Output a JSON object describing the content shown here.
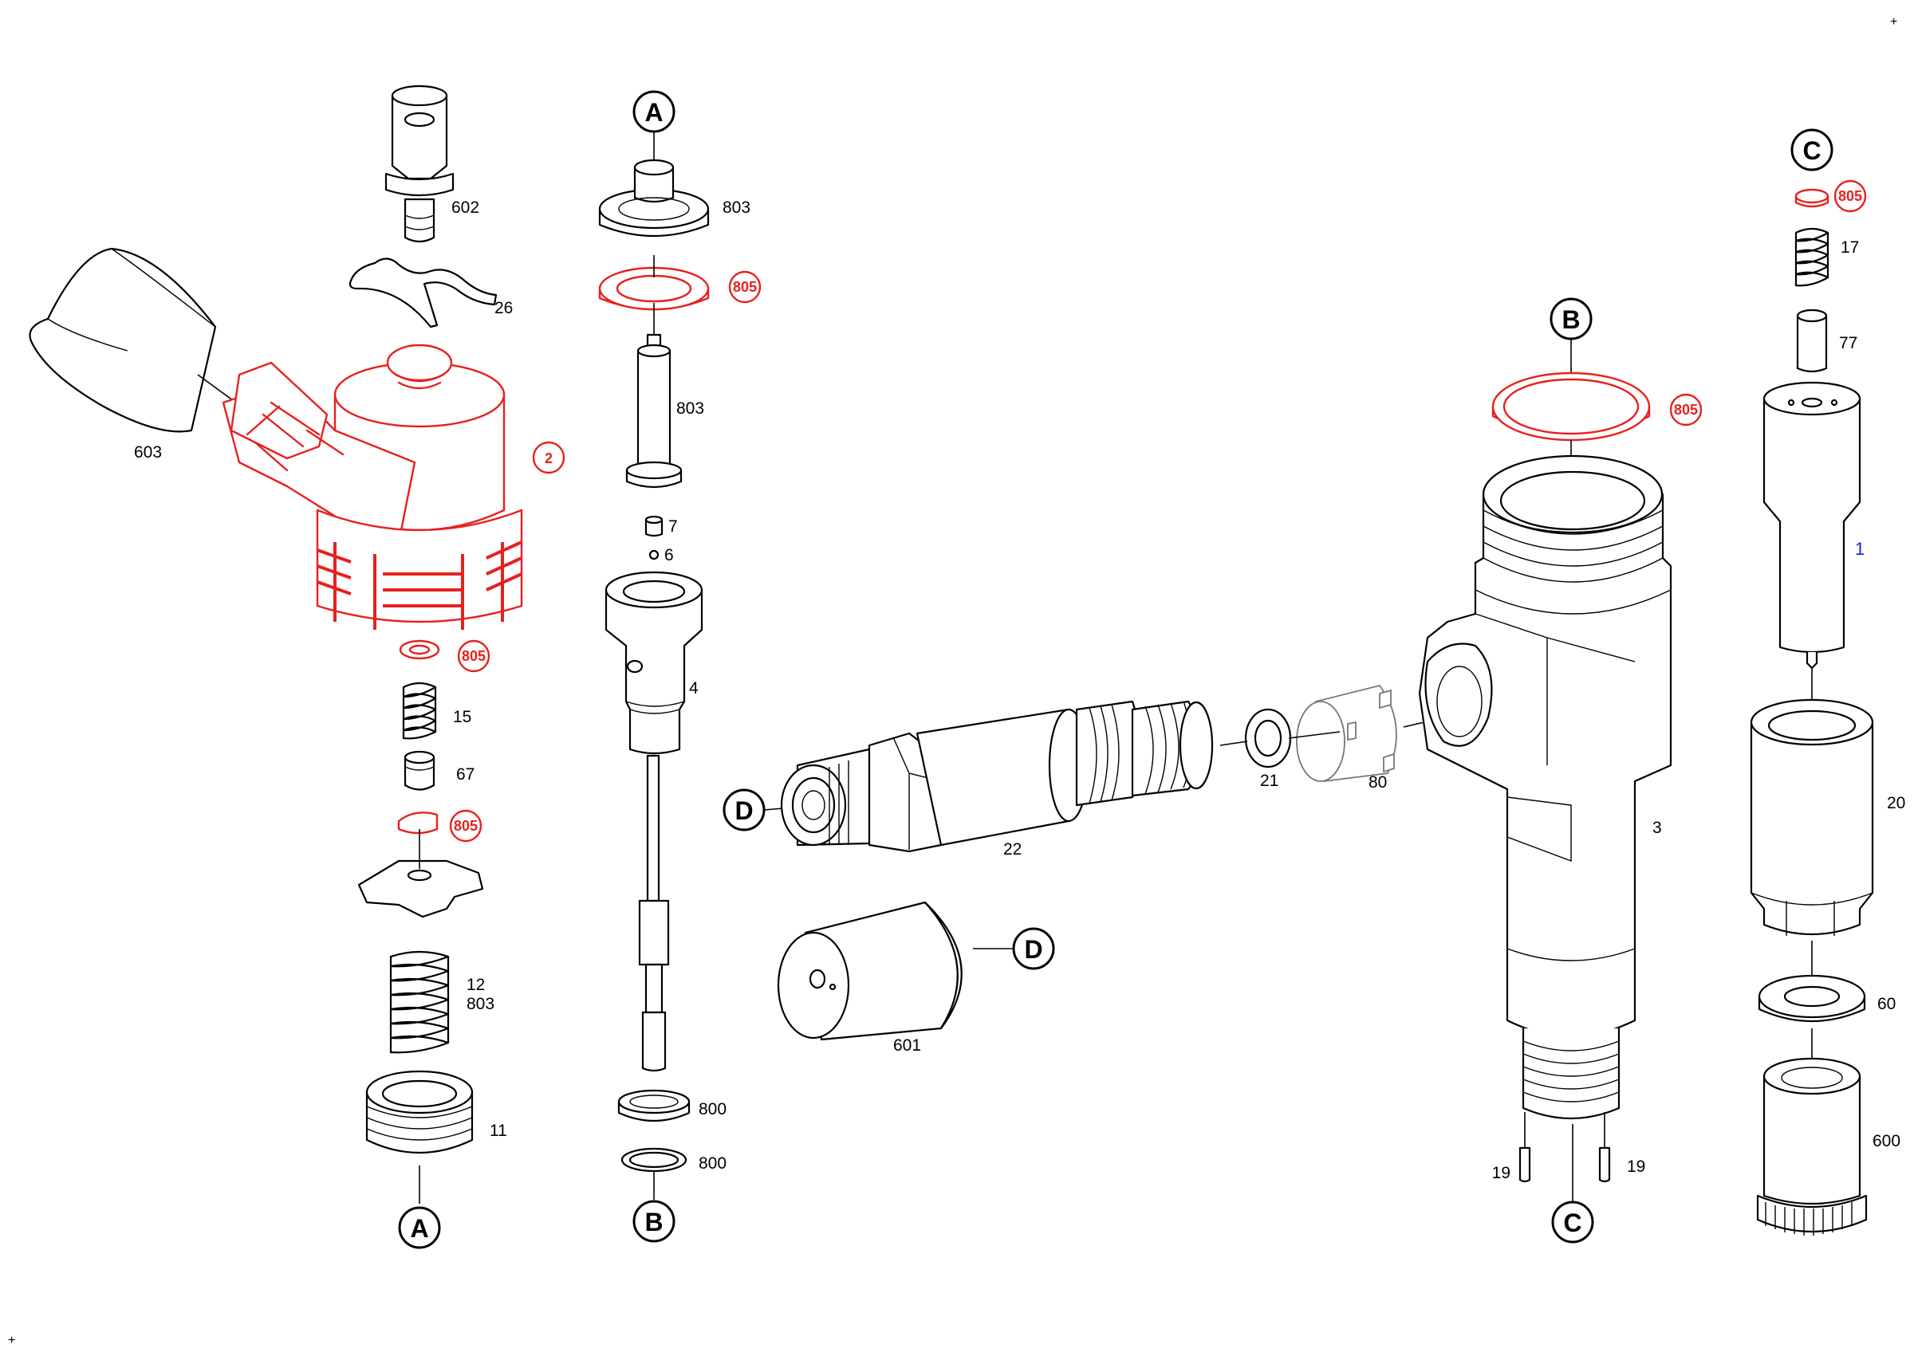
{
  "corner_marks": [
    "+",
    "+"
  ],
  "reference_markers": {
    "A": "A",
    "B": "B",
    "C": "C",
    "D": "D"
  },
  "part_labels": {
    "p602": "602",
    "p26": "26",
    "p603": "603",
    "p2": "2",
    "p805": "805",
    "p15": "15",
    "p67": "67",
    "p12": "12",
    "p803": "803",
    "p11": "11",
    "p7": "7",
    "p6": "6",
    "p4": "4",
    "p800": "800",
    "p22": "22",
    "p21": "21",
    "p80": "80",
    "p601": "601",
    "p3": "3",
    "p19": "19",
    "p17": "17",
    "p77": "77",
    "p1": "1",
    "p20": "20",
    "p60": "60",
    "p600": "600"
  },
  "colors": {
    "highlight": "#e8201e",
    "outline": "#000000",
    "item_number": "#1a1adc",
    "background": "#ffffff"
  }
}
